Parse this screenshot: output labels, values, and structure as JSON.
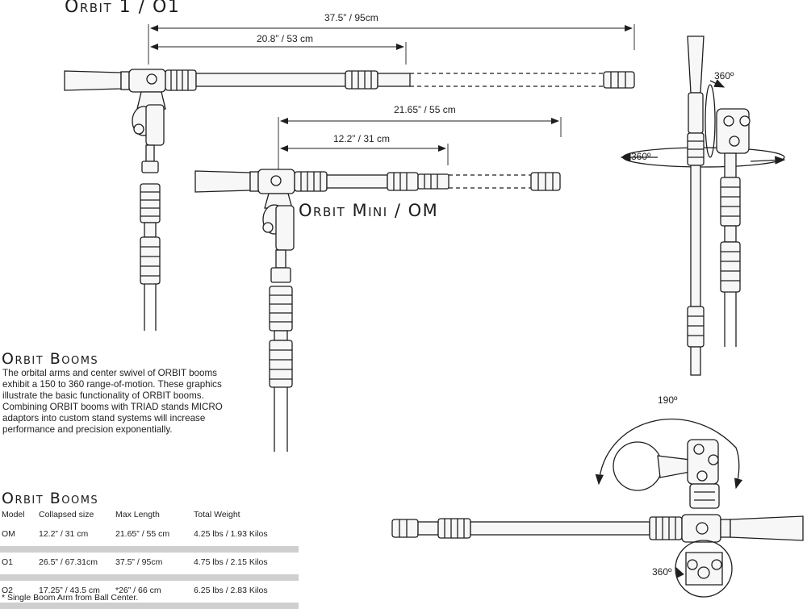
{
  "titles": {
    "orbit_one": "Orbit 1 / O1",
    "orbit_mini": "Orbit Mini / OM"
  },
  "dimensions": {
    "o1_max": "37.5” / 95cm",
    "o1_collapsed": "20.8” / 53 cm",
    "om_max": "21.65” / 55 cm",
    "om_collapsed": "12.2” / 31 cm"
  },
  "rotations": {
    "vertical_top": "360º",
    "horizontal_side": "360º",
    "arc": "190º",
    "bottom": "360º"
  },
  "description": {
    "title": "Orbit Booms",
    "body": "The orbital arms and center swivel of ORBIT booms exhibit a 150 to 360 range-of-motion. These graphics illustrate the basic functionality of ORBIT booms. Combining ORBIT booms with TRIAD stands MICRO adaptors into custom stand systems will increase performance and precision exponentially."
  },
  "table": {
    "title": "Orbit Booms",
    "headers": [
      "Model",
      "Collapsed size",
      "Max Length",
      "Total Weight"
    ],
    "rows": [
      [
        "OM",
        "12.2” / 31 cm",
        "21.65” / 55 cm",
        "4.25 lbs / 1.93 Kilos"
      ],
      [
        "O1",
        "26.5” / 67.31cm",
        "37.5” / 95cm",
        "4.75 lbs / 2.15 Kilos"
      ],
      [
        "O2",
        "17.25” / 43.5 cm",
        "*26” / 66 cm",
        "6.25 lbs / 2.83 Kilos"
      ]
    ],
    "footnote": "* Single Boom Arm from Ball Center."
  },
  "colors": {
    "line": "#1e1e1e",
    "shade": "#cfcfcf",
    "fill": "#f4f4f4"
  }
}
